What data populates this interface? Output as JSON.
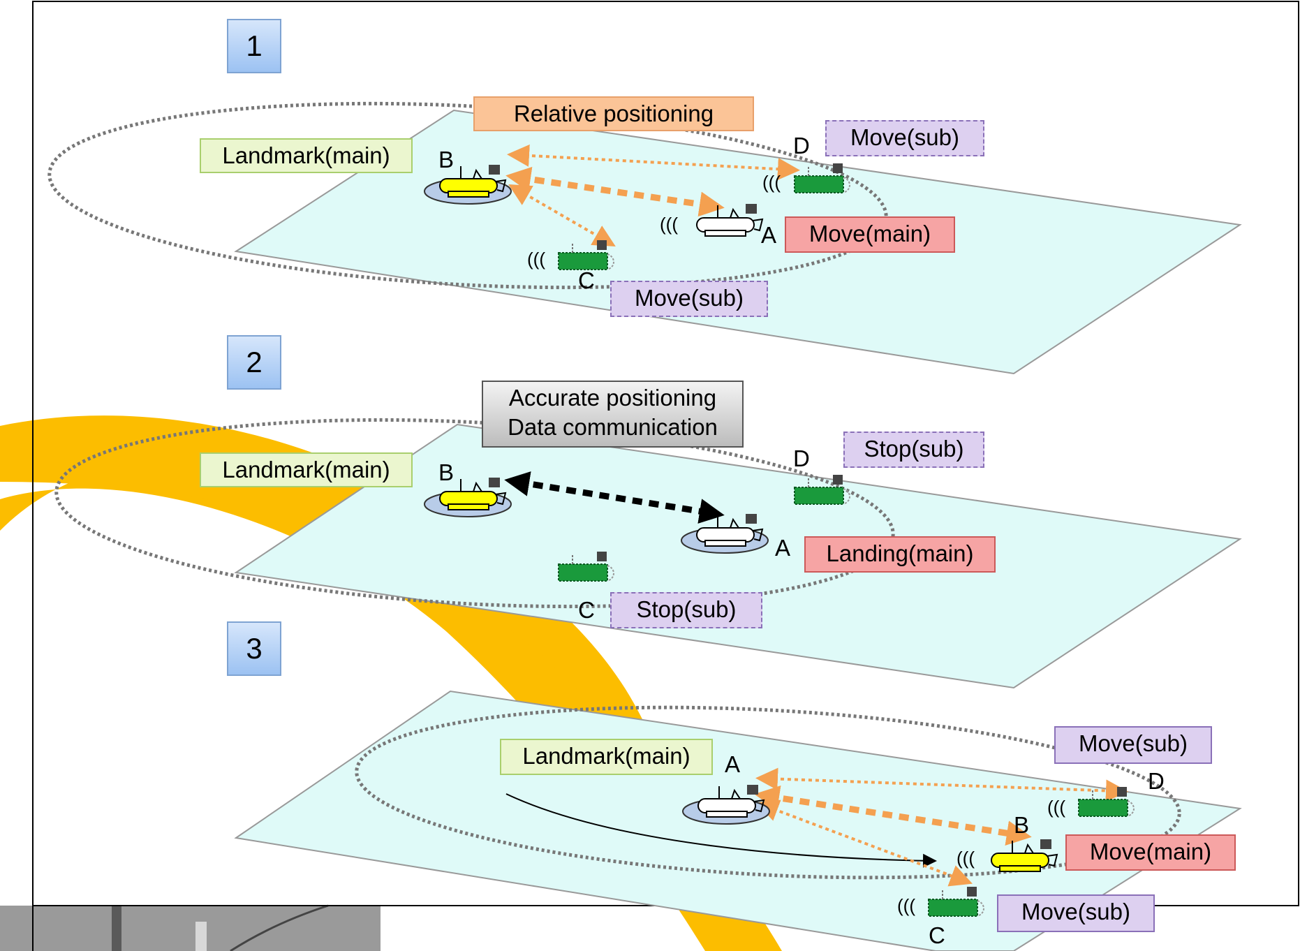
{
  "panels": [
    {
      "number": "1",
      "labels": {
        "landmark": "Landmark(main)",
        "action": "Relative positioning",
        "a": "Move(main)",
        "c": "Move(sub)",
        "d": "Move(sub)"
      },
      "letters": {
        "a": "A",
        "b": "B",
        "c": "C",
        "d": "D"
      }
    },
    {
      "number": "2",
      "labels": {
        "landmark": "Landmark(main)",
        "action_line1": "Accurate positioning",
        "action_line2": "Data communication",
        "a": "Landing(main)",
        "c": "Stop(sub)",
        "d": "Stop(sub)"
      },
      "letters": {
        "a": "A",
        "b": "B",
        "c": "C",
        "d": "D"
      }
    },
    {
      "number": "3",
      "labels": {
        "landmark": "Landmark(main)",
        "b": "Move(main)",
        "c": "Move(sub)",
        "d": "Move(sub)"
      },
      "letters": {
        "a": "A",
        "b": "B",
        "c": "C",
        "d": "D"
      }
    }
  ],
  "colors": {
    "plane_fill": "#dffaf8",
    "band": "#fcbd00",
    "arrow_orange": "#f4a050",
    "vehicle_main": "#ffff00",
    "vehicle_sub": "#1a9a3c"
  },
  "icons": [
    "auv-main-vehicle-icon",
    "auv-sub-vehicle-icon",
    "acoustic-signal-icon"
  ]
}
